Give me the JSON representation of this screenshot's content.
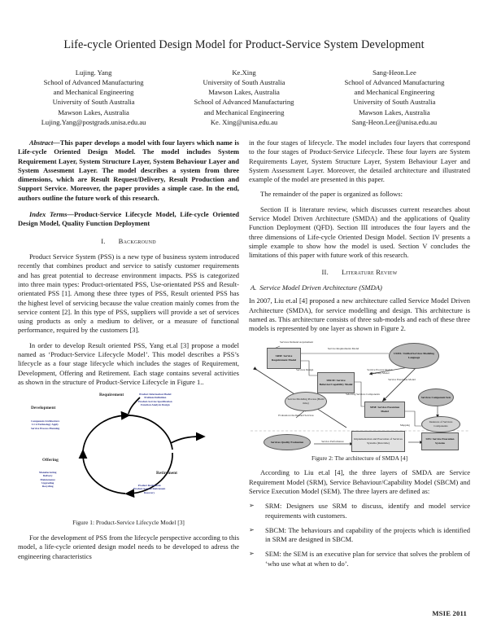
{
  "paper": {
    "title": "Life-cycle Oriented Design Model for Product-Service System Development",
    "footer": "MSIE 2011"
  },
  "authors": [
    {
      "name": "Lujing. Yang",
      "lines": [
        "School of Advanced Manufacturing",
        "and Mechanical Engineering",
        "University of South Australia",
        "Mawson Lakes, Australia"
      ],
      "email": "Lujing.Yang@postgrads.unisa.edu.au"
    },
    {
      "name": "Ke.Xing",
      "lines": [
        "University of South Australia",
        "Mawson Lakes, Australia",
        "School of Advanced Manufacturing",
        "and Mechanical Engineering"
      ],
      "email": "Ke. Xing@unisa.edu.au"
    },
    {
      "name": "Sang-Heon.Lee",
      "lines": [
        "School of Advanced Manufacturing",
        "and Mechanical Engineering",
        "University of South Australia",
        "Mawson Lakes, Australia"
      ],
      "email": "Sang-Heon.Lee@unisa.edu.au"
    }
  ],
  "abstract": {
    "lead": "Abstract—",
    "body": "This paper develops a model with four layers which name is Life-cycle Oriented Design Model. The model includes System Requirement Layer, System Structure Layer, System Behaviour Layer and System Assesment Layer. The model describes a system from three dimensions, which are Result Request/Delivery, Result Production and Support Service. Moreover, the paper provides a simple case. In the end, authors outline the future work of this research."
  },
  "index_terms": {
    "lead": "Index Terms—",
    "body": "Product-Service Lifecycle Model, Life-cycle Oriented Design Model, Quality Function Deployment"
  },
  "sections": {
    "background": {
      "num": "I.",
      "title": "Background"
    },
    "literature": {
      "num": "II.",
      "title": "Literature Review"
    },
    "smda": {
      "label": "A.",
      "title": "Service Model Driven Architecture (SMDA)"
    }
  },
  "left_column": {
    "p1": "Product Service System (PSS) is a new type of business system introduced recently that combines product and service to satisfy customer requirements and has great potential to decrease environment impacts. PSS is categorized into three main types: Product-orientated PSS, Use-orientated PSS and Result-orientated PSS [1]. Among these three types of PSS, Result oriented PSS has the highest level of servicing because the value creation mainly comes from the service content [2]. In this type of PSS, suppliers will provide a set of services using products as only a medium to deliver, or a measure of functional performance, required by the customers [3].",
    "p2": "In order to develop Result oriented PSS, Yang et.al [3] propose a model named as ‘Product-Service Lifecycle Model’. This model describes a PSS’s lifecycle as a four stage lifecycle which includes the stages of Requirement, Development, Offering and Retirement. Each stage contains several activities as shown in the structure of Product-Service Lifecycle in Figure 1..",
    "p3": "For the development of PSS from the lifecycle perspective according to this model, a life-cycle oriented design model needs to be developed to adress the engineering characteristics"
  },
  "right_column": {
    "p1": "in the four stages of lifecycle. The model includes four layers that correspond to the four stages of Product-Service Lifecycle. These four layers are System Requirements Layer, System Structure Layer, System Behaviour Layer and System Assessment Layer. Moreover, the detailed architecture and illustrated example of the model are presented in this paper.",
    "p2": "The remainder of the paper is organized as follows:",
    "p3": "Section II is literature review, which discusses current researches about Service Model Driven Architecture (SMDA) and the applications of Quality Function Deployment (QFD). Section III introduces the four layers and the three dimensions of Life-cycle Oriented Design Model. Section IV presents a simple example to show how the model is used. Section V concludes the limitations of this paper with future work of this research.",
    "p4": "In 2007, Liu et.al [4] proposed a new architecture called Service Model Driven Architecture (SMDA), for service modelling and design. This architecture is named as. This architecture consists of three sub-models and each of these three models is represented by one layer as shown in Figure 2.",
    "p5": "According to Liu et.al [4], the three layers of SMDA are Service Requirement Model (SRM), Service Behaviour/Capability Model (SBCM) and Service Execution Model (SEM). The three layers are defined as:"
  },
  "bullets": [
    {
      "mark": "➢",
      "text": "SRM: Designers use SRM to discuss, identify and model service requirements with customers."
    },
    {
      "mark": "➢",
      "text": "SBCM: The behaviours and capability of the projects which is identified in SRM are designed in SBCM."
    },
    {
      "mark": "➢",
      "text": "SEM: the SEM is an executive plan for service that solves the problem of ‘who use what at when to do’."
    }
  ],
  "figure1": {
    "caption": "Figure 1: Product-Service Lifecycle Model [3]",
    "stages": [
      {
        "name": "Requirement",
        "items": "Product Information Model\nProblem Definition\nProduct-Service Specification\nFunction Analysis Design"
      },
      {
        "name": "Development",
        "items": "Component Architecture\nLCA Technology Apply\nService Process Planning"
      },
      {
        "name": "Offering",
        "items": "Manufacturing\nDelivery\nMaintenance\nUpgrading\nRecycling"
      },
      {
        "name": "Retirement",
        "items": "Product Retirement\nProduct-Service Retirement\nRecovery"
      }
    ]
  },
  "figure2": {
    "caption": "Figure 2: The architecture of SMDA [4]",
    "nodes": [
      {
        "id": "srm",
        "label": "SRM: Service Requirement Model"
      },
      {
        "id": "sbcm",
        "label": "SBCM: Service Behavior/Capability Model"
      },
      {
        "id": "sem",
        "label": "SEM: Service Execution Model"
      },
      {
        "id": "usml",
        "label": "USML: Unified Services Modeling Language"
      },
      {
        "id": "components",
        "label": "Services Component Sets"
      },
      {
        "id": "instances",
        "label": "Instances of Services Components"
      },
      {
        "id": "ses",
        "label": "SES: Service Execution Systems"
      },
      {
        "id": "impl",
        "label": "Implementation and Execution of Services Systems      (Run time)"
      },
      {
        "id": "quality",
        "label": "Services Quality Evaluation"
      },
      {
        "id": "modeling",
        "label": "Service Modeling Process        (Build time)"
      }
    ],
    "edge_labels": [
      "Services Demand Acquirement",
      "Service Requirements Model",
      "Services Design",
      "Service Process Model/ Capability Model",
      "Service Execution Model",
      "Selecting Services Components",
      "Evaluation On-Demand Services",
      "Mapping",
      "Service Performance"
    ]
  }
}
